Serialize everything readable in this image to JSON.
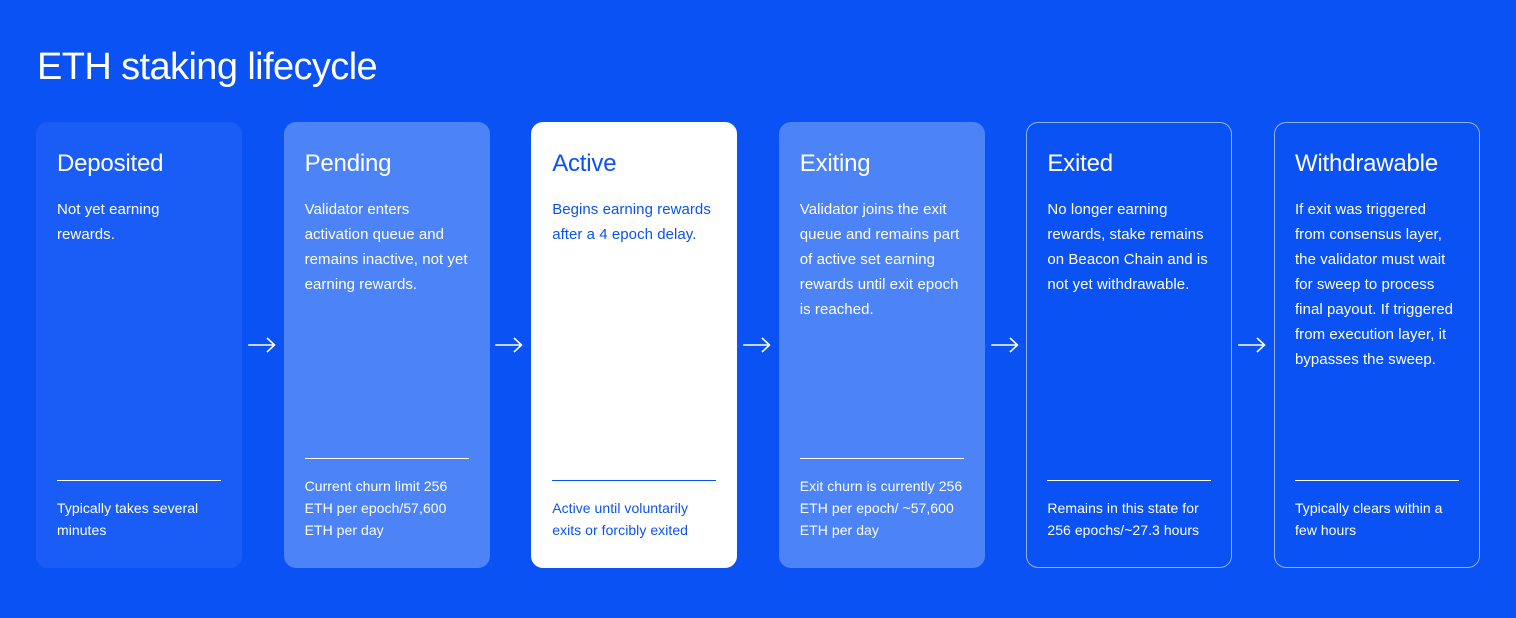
{
  "header": {
    "title": "ETH staking lifecycle"
  },
  "theme": {
    "page_background": "#0b52f5",
    "card_tint_soft": "#1a5df6",
    "card_tint_strong": "#4c83f7",
    "card_highlight_background": "#ffffff",
    "highlight_text": "#0b52f5",
    "text": "#ffffff"
  },
  "connector": {
    "icon": "arrow-right-icon",
    "glyph": "→"
  },
  "stages": [
    {
      "id": "deposited",
      "title": "Deposited",
      "body": "Not yet earning rewards.",
      "note": "Typically takes several minutes",
      "variant": "v-tint-soft"
    },
    {
      "id": "pending",
      "title": "Pending",
      "body": "Validator enters activation queue and remains inactive, not yet earning rewards.",
      "note": "Current churn limit 256 ETH per epoch/57,600 ETH per day",
      "variant": "v-tint-strong"
    },
    {
      "id": "active",
      "title": "Active",
      "body": "Begins earning rewards after a 4 epoch delay.",
      "note": "Active until voluntarily exits or forcibly exited",
      "variant": "v-solid"
    },
    {
      "id": "exiting",
      "title": "Exiting",
      "body": "Validator joins the exit queue and remains part of active set earning rewards until exit epoch is reached.",
      "note": "Exit churn is currently 256 ETH per epoch/ ~57,600 ETH per day",
      "variant": "v-tint-strong"
    },
    {
      "id": "exited",
      "title": "Exited",
      "body": "No longer earning rewards, stake remains on Beacon Chain and is not yet withdrawable.",
      "note": "Remains in this state for 256 epochs/~27.3 hours",
      "variant": "v-outline"
    },
    {
      "id": "withdrawable",
      "title": "Withdrawable",
      "body": "If exit was triggered from consensus layer, the validator must wait for sweep to process final payout. If triggered from execution layer, it bypasses the sweep.",
      "note": "Typically clears within a few hours",
      "variant": "v-outline"
    }
  ]
}
